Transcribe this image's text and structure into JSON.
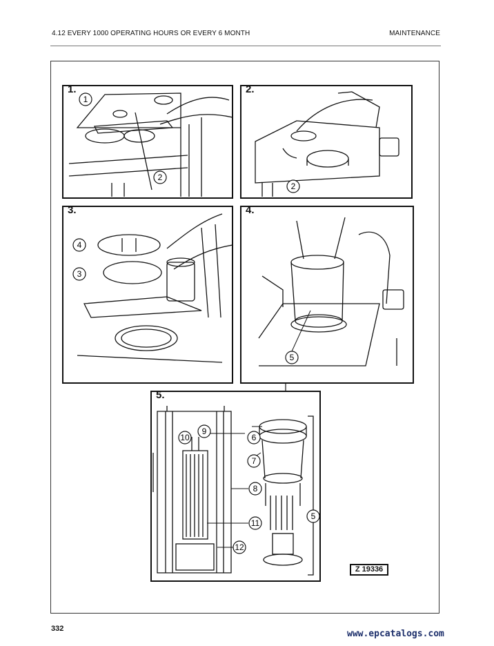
{
  "header": {
    "section_title": "4.12 EVERY 1000 OPERATING HOURS OR EVERY 6 MONTH",
    "chapter": "MAINTENANCE"
  },
  "figure": {
    "panels": [
      {
        "label": "1.",
        "callouts": [
          "1",
          "2"
        ]
      },
      {
        "label": "2.",
        "callouts": [
          "2"
        ]
      },
      {
        "label": "3.",
        "callouts": [
          "4",
          "3"
        ]
      },
      {
        "label": "4.",
        "callouts": [
          "5"
        ]
      },
      {
        "label": "5.",
        "callouts": [
          "10",
          "9",
          "6",
          "7",
          "8",
          "11",
          "5",
          "12"
        ]
      }
    ],
    "reference": "Z 19336"
  },
  "footer": {
    "page_number": "332",
    "watermark": "www.epcatalogs.com"
  }
}
